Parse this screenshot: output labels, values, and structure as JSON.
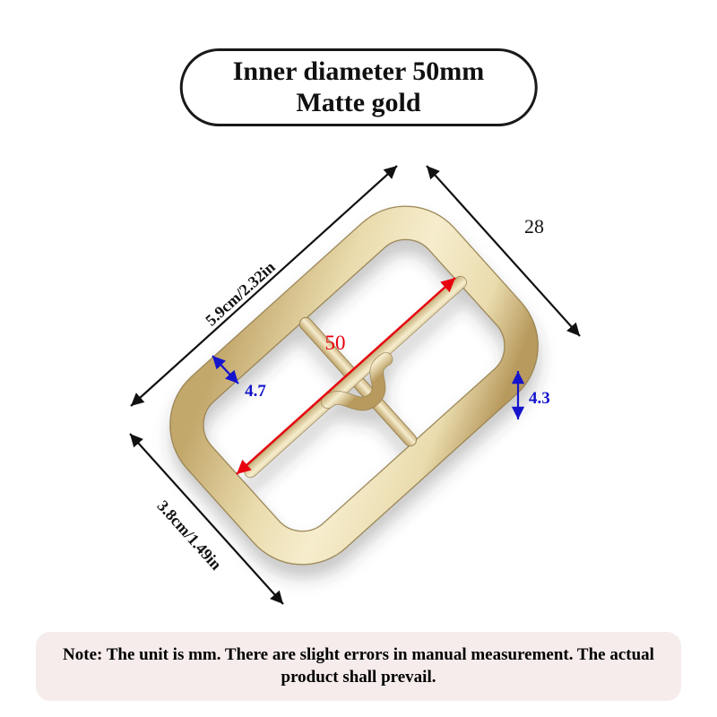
{
  "badge": {
    "line1": "Inner diameter 50mm",
    "line2": "Matte gold"
  },
  "dimensions": {
    "top_side": "5.9cm/2.32in",
    "bottom_side": "3.8cm/1.49in",
    "width_28": "28",
    "inner_50": "50",
    "thickness_47": "4.7",
    "thickness_43": "4.3"
  },
  "note": "Note: The unit is mm. There are slight errors in manual measurement. The actual product shall prevail.",
  "colors": {
    "black": "#111111",
    "red": "#e8000e",
    "blue": "#1414cd",
    "note_bg": "#f6ecec",
    "gold_edge": "#96804e",
    "gold_1": "#c3a86c",
    "gold_2": "#eadcae",
    "gold_3": "#f6edcd",
    "gold_4": "#b89a5e"
  }
}
